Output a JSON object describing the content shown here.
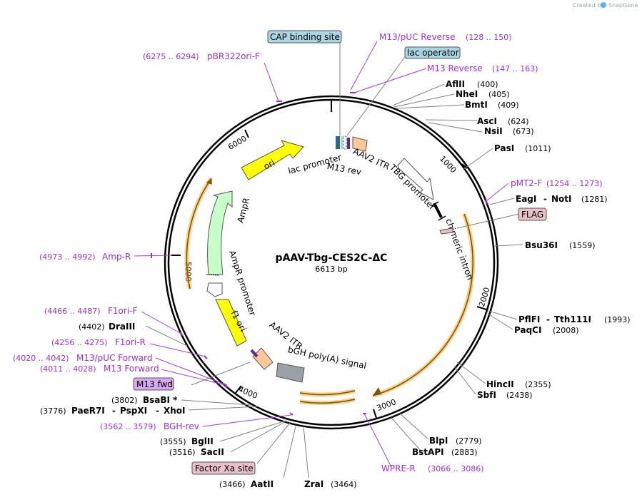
{
  "credit": "Created by",
  "brand": "SnapGene",
  "plasmid": {
    "name": "pAAV-Tbg-CES2C-ΔC",
    "length": "6613 bp"
  },
  "ticks": [
    "1000",
    "2000",
    "3000",
    "4000",
    "5000",
    "6000"
  ],
  "features": {
    "ori": "ori",
    "ampr": "AmpR",
    "ampr_promoter": "AmpR promoter",
    "f1_ori": "f1 ori",
    "lac_promoter": "lac promoter",
    "m13_rev": "M13 rev",
    "aav2_itr_top": "AAV2 ITR",
    "tbg_promoter": "TBG promoter",
    "chimeric_intron": "chimeric intron",
    "aav2_itr_bottom": "AAV2 ITR",
    "bgh": "bGH poly(A) signal"
  },
  "boxed": {
    "cap": "CAP binding site",
    "lac_operator": "lac operator",
    "flag": "FLAG",
    "m13_fwd": "M13 fwd",
    "factor_xa": "Factor Xa site"
  },
  "right_labels": [
    {
      "name": "AflII",
      "pos": "(400)"
    },
    {
      "name": "NheI",
      "pos": "(405)"
    },
    {
      "name": "BmtI",
      "pos": "(409)"
    },
    {
      "name": "AscI",
      "pos": "(624)"
    },
    {
      "name": "NsiI",
      "pos": "(673)"
    },
    {
      "name": "PasI",
      "pos": "(1011)"
    },
    {
      "name": "EagI",
      "sep": "-",
      "name2": "NotI",
      "pos": "(1281)"
    },
    {
      "name": "Bsu36I",
      "pos": "(1559)"
    },
    {
      "name": "PflFI",
      "sep": "-",
      "name2": "Tth111I",
      "pos": "(1993)"
    },
    {
      "name": "PaqCI",
      "pos": "(2008)"
    },
    {
      "name": "HincII",
      "pos": "(2355)"
    },
    {
      "name": "SbfI",
      "pos": "(2438)"
    },
    {
      "name": "BlpI",
      "pos": "(2779)"
    },
    {
      "name": "BstAPI",
      "pos": "(2883)"
    }
  ],
  "bottom_labels": [
    {
      "pos": "(3466)",
      "name": "AatII"
    },
    {
      "name": "ZraI",
      "pos": "(3464)"
    }
  ],
  "left_labels": [
    {
      "pos": "(4402)",
      "name": "DraIII"
    },
    {
      "pos": "(3802)",
      "name": "BsaBI *"
    },
    {
      "pos": "(3776)",
      "name": "PaeR7I",
      "sep": "-",
      "name2": "PspXI",
      "sep2": "-",
      "name3": "XhoI"
    },
    {
      "pos": "(3555)",
      "name": "BglII"
    },
    {
      "pos": "(3516)",
      "name": "SacII"
    }
  ],
  "primers": {
    "m13puc_rev": {
      "name": "M13/pUC Reverse",
      "range": "(128 .. 150)"
    },
    "m13_reverse": {
      "name": "M13 Reverse",
      "range": "(147 .. 163)"
    },
    "pbr322": {
      "name": "pBR322ori-F",
      "range": "(6275 .. 6294)"
    },
    "pmt2": {
      "name": "pMT2-F",
      "range": "(1254 .. 1273)"
    },
    "ampr": {
      "name": "Amp-R",
      "range": "(4973 .. 4992)"
    },
    "f1ori_f": {
      "name": "F1ori-F",
      "range": "(4466 .. 4487)"
    },
    "f1ori_r": {
      "name": "F1ori-R",
      "range": "(4256 .. 4275)"
    },
    "m13puc_fwd": {
      "name": "M13/pUC Forward",
      "range": "(4020 .. 4042)"
    },
    "m13_forward": {
      "name": "M13 Forward",
      "range": "(4011 .. 4028)"
    },
    "bgh_rev": {
      "name": "BGH-rev",
      "range": "(3562 .. 3579)"
    },
    "wpre_r": {
      "name": "WPRE-R",
      "range": "(3066 .. 3086)"
    }
  },
  "colors": {
    "ori": "#ffff00",
    "ampr": "#c8ffc8",
    "itr": "#ffc896",
    "bgh": "#9aa0a6",
    "cds": "#f5a623",
    "primer": "#9b30d9",
    "box_blue": "#a9d6e5",
    "box_pink": "#e8c0c8",
    "box_violet": "#d8a8f0"
  }
}
